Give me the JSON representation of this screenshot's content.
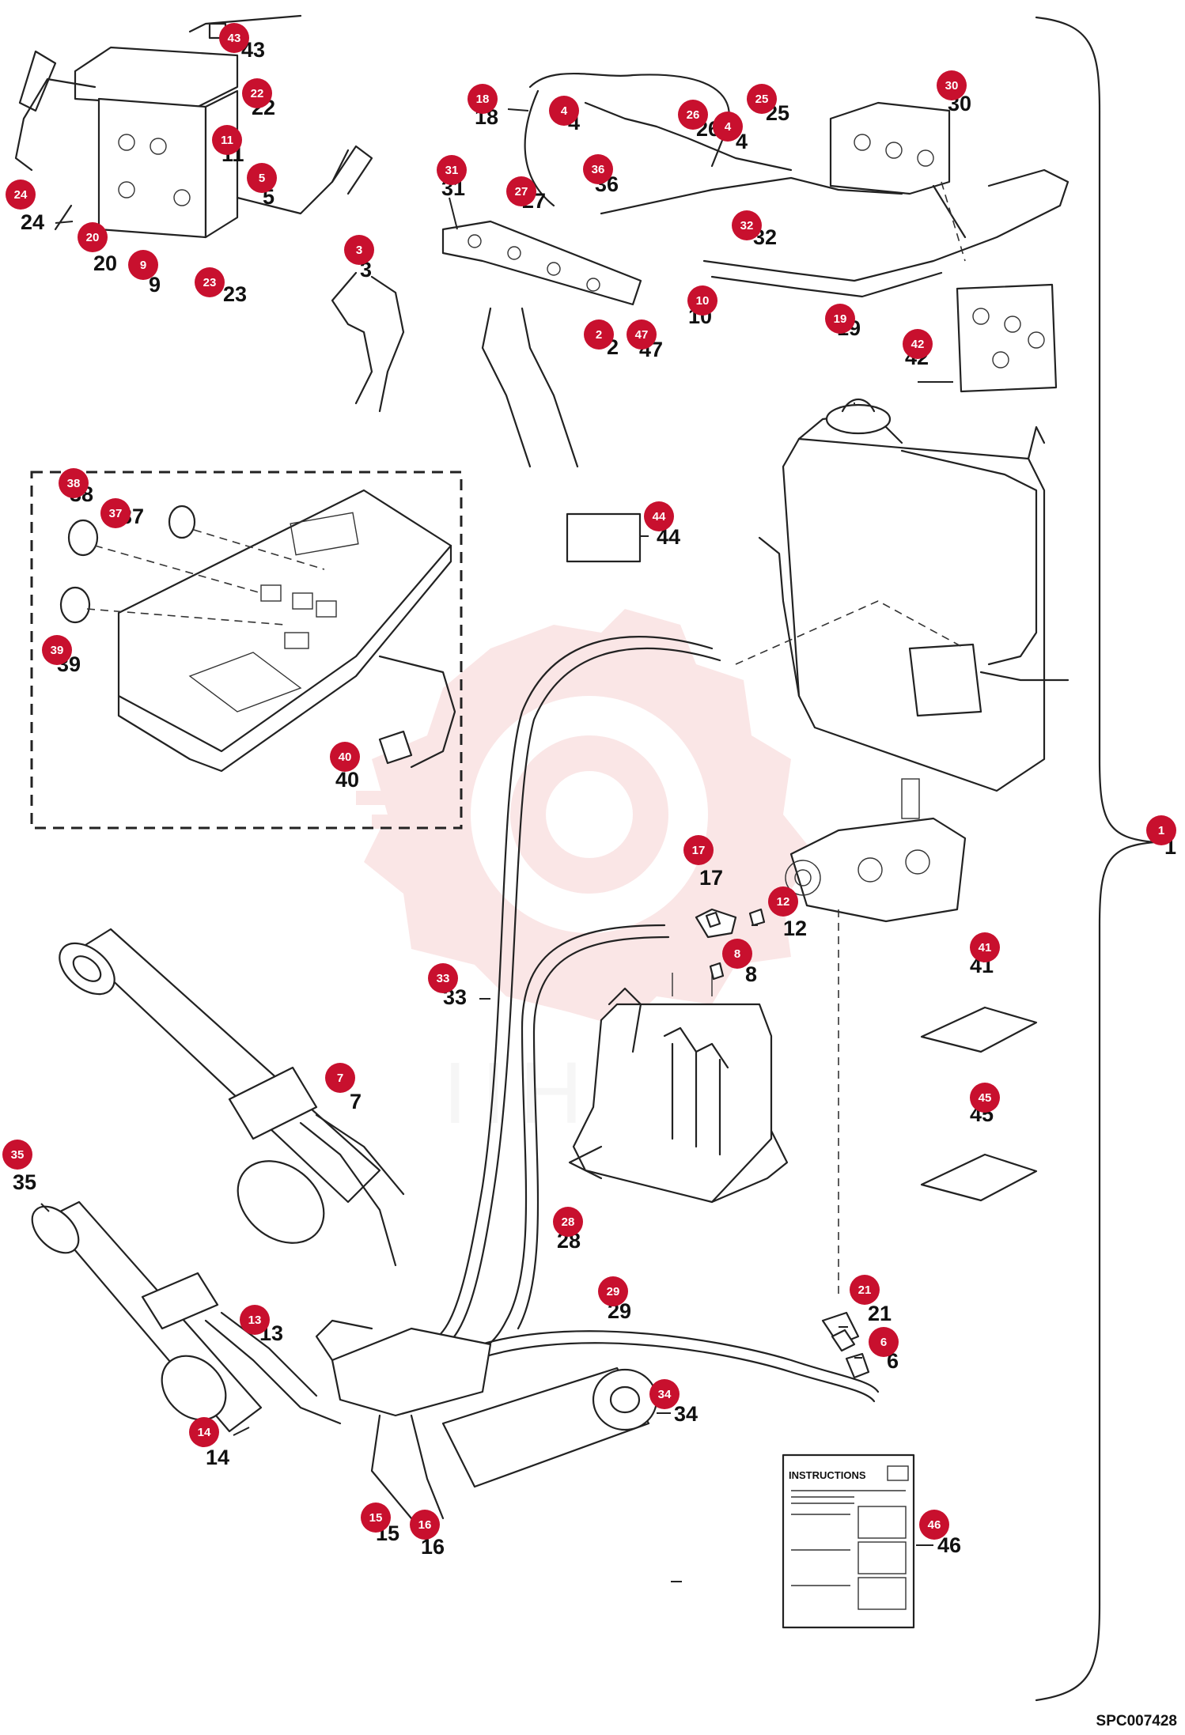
{
  "sheet_id": "SPC007428",
  "watermark": "IIHTA",
  "instructions_title": "INSTRUCTIONS",
  "callouts": [
    {
      "id": "1",
      "label": "1"
    },
    {
      "id": "2",
      "label": "2"
    },
    {
      "id": "3",
      "label": "3"
    },
    {
      "id": "4a",
      "label": "4"
    },
    {
      "id": "4b",
      "label": "4"
    },
    {
      "id": "5",
      "label": "5"
    },
    {
      "id": "6",
      "label": "6"
    },
    {
      "id": "7",
      "label": "7"
    },
    {
      "id": "8",
      "label": "8"
    },
    {
      "id": "9",
      "label": "9"
    },
    {
      "id": "10",
      "label": "10"
    },
    {
      "id": "11",
      "label": "11"
    },
    {
      "id": "12",
      "label": "12"
    },
    {
      "id": "13",
      "label": "13"
    },
    {
      "id": "14",
      "label": "14"
    },
    {
      "id": "15",
      "label": "15"
    },
    {
      "id": "16",
      "label": "16"
    },
    {
      "id": "17",
      "label": "17"
    },
    {
      "id": "18",
      "label": "18"
    },
    {
      "id": "19",
      "label": "19"
    },
    {
      "id": "20",
      "label": "20"
    },
    {
      "id": "21",
      "label": "21"
    },
    {
      "id": "22",
      "label": "22"
    },
    {
      "id": "23",
      "label": "23"
    },
    {
      "id": "24",
      "label": "24"
    },
    {
      "id": "25",
      "label": "25"
    },
    {
      "id": "26",
      "label": "26"
    },
    {
      "id": "27",
      "label": "27"
    },
    {
      "id": "28",
      "label": "28"
    },
    {
      "id": "29",
      "label": "29"
    },
    {
      "id": "30",
      "label": "30"
    },
    {
      "id": "31",
      "label": "31"
    },
    {
      "id": "32",
      "label": "32"
    },
    {
      "id": "33",
      "label": "33"
    },
    {
      "id": "34",
      "label": "34"
    },
    {
      "id": "35",
      "label": "35"
    },
    {
      "id": "36",
      "label": "36"
    },
    {
      "id": "37",
      "label": "37"
    },
    {
      "id": "38",
      "label": "38"
    },
    {
      "id": "39",
      "label": "39"
    },
    {
      "id": "40",
      "label": "40"
    },
    {
      "id": "41",
      "label": "41"
    },
    {
      "id": "42",
      "label": "42"
    },
    {
      "id": "43",
      "label": "43"
    },
    {
      "id": "44",
      "label": "44"
    },
    {
      "id": "45",
      "label": "45"
    },
    {
      "id": "46",
      "label": "46"
    },
    {
      "id": "47",
      "label": "47"
    }
  ],
  "colors": {
    "marker": "#c8102e",
    "line": "#222222",
    "watermark": "#f3b8b8"
  }
}
